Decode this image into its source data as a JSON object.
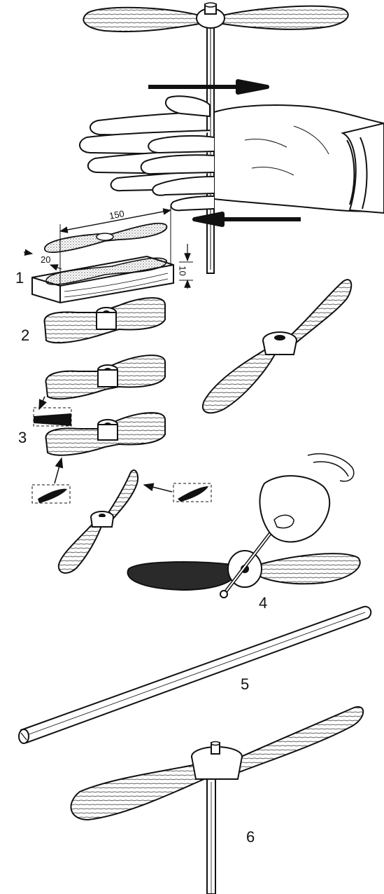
{
  "step_labels": {
    "s1": "1",
    "s2": "2",
    "s3": "3",
    "s4": "4",
    "s5": "5",
    "s6": "6"
  },
  "dimensions": {
    "length": "150",
    "width": "20",
    "thickness": "10"
  },
  "colors": {
    "ink": "#111111",
    "wood_fill": "#ffffff",
    "shade": "#1a1a1a"
  }
}
